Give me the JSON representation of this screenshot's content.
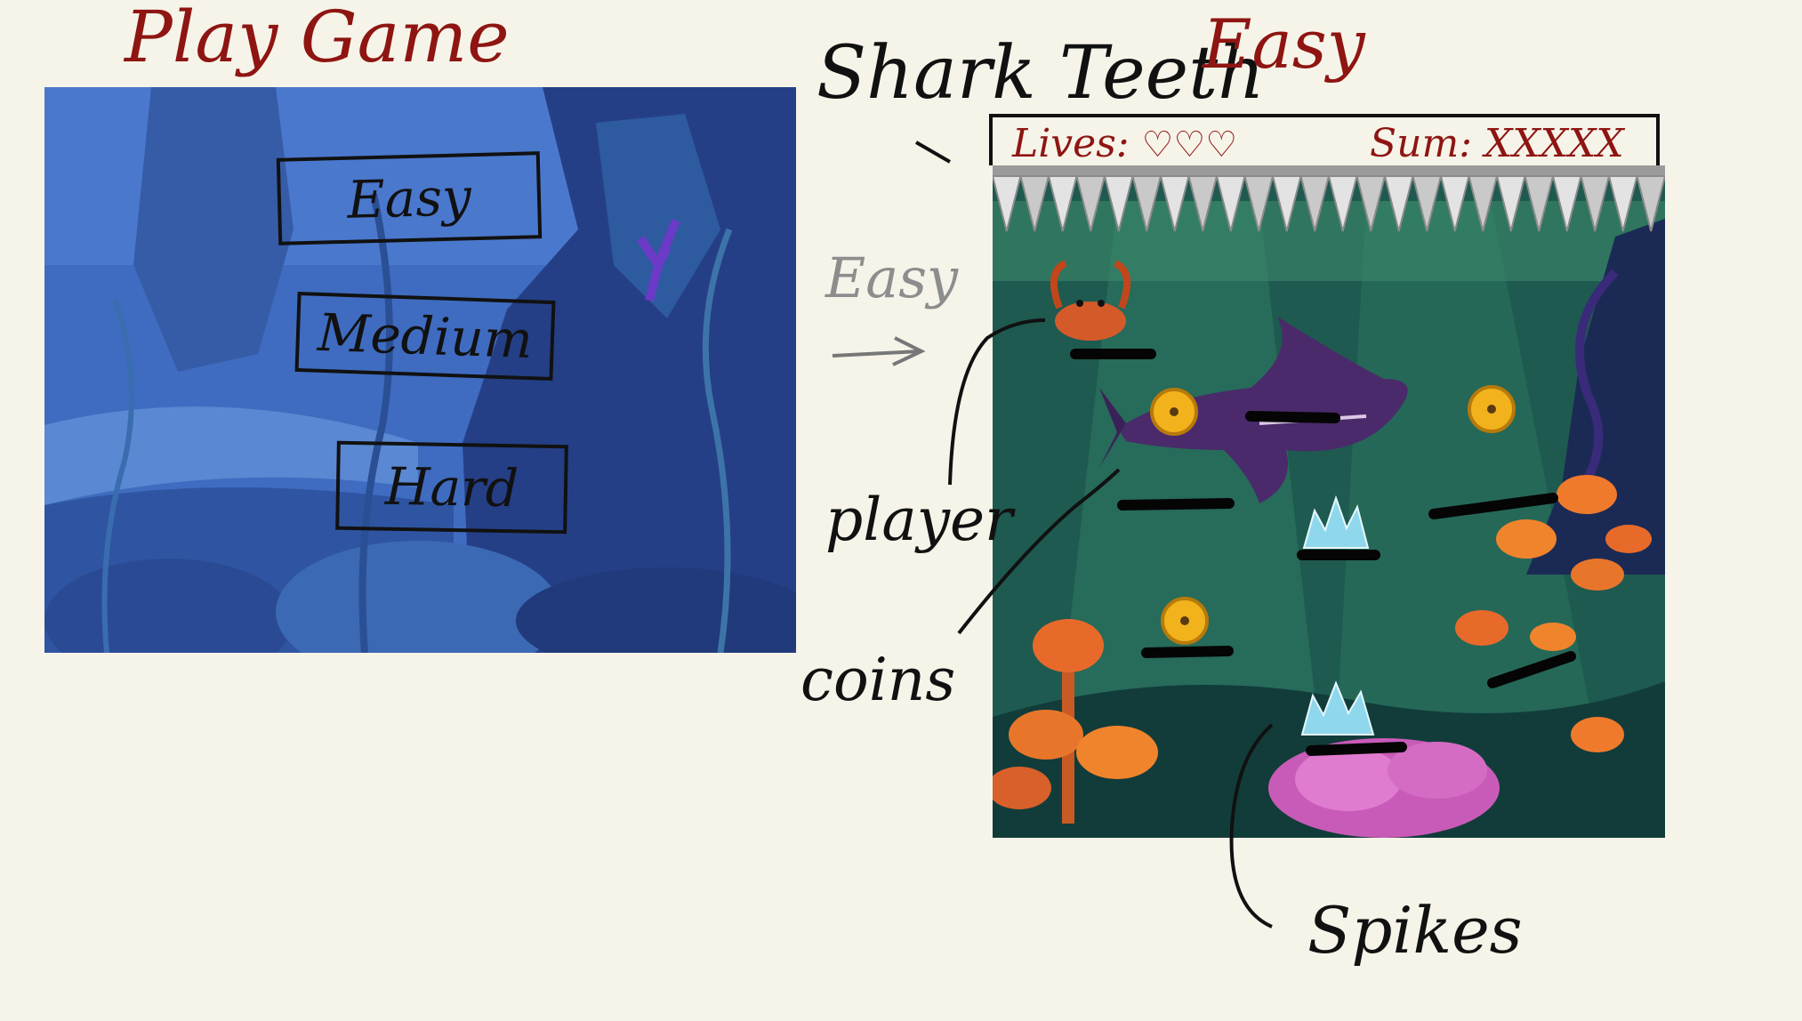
{
  "titles": {
    "play_game": "Play Game",
    "level_name": "Shark Teeth",
    "level_difficulty": "Easy"
  },
  "menu": {
    "buttons": [
      {
        "label": "Easy"
      },
      {
        "label": "Medium"
      },
      {
        "label": "Hard"
      }
    ]
  },
  "transition": {
    "label": "Easy"
  },
  "hud": {
    "lives_label": "Lives:",
    "hearts": [
      "♡",
      "♡",
      "♡"
    ],
    "score_label": "Sum:",
    "score_value": "XXXXX"
  },
  "annotations": {
    "player": "player",
    "coins": "coins",
    "spikes": "Spikes"
  },
  "colors": {
    "handwriting_red": "#8e1512",
    "ink": "#111111",
    "paper": "#f6f4e9",
    "menu_water": "#3a64b5",
    "game_water": "#1f5a52"
  }
}
